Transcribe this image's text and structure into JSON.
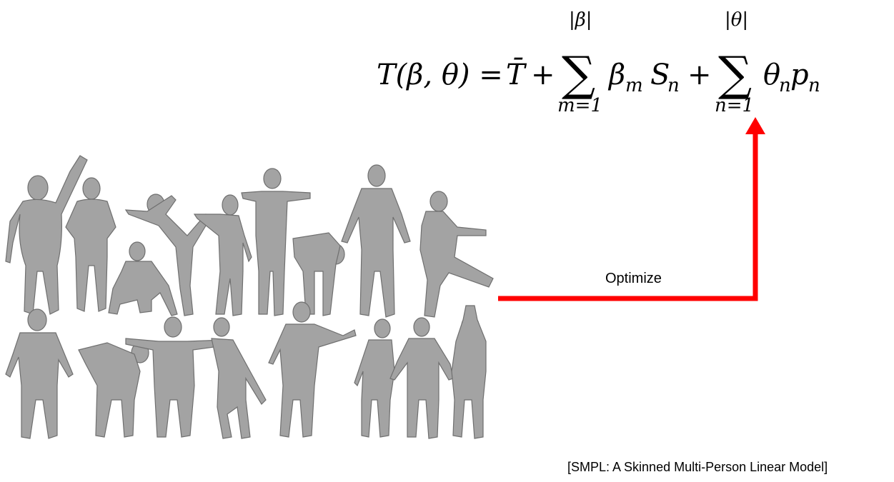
{
  "formula": {
    "lhs": "T(β, θ) = ",
    "template": "T̄",
    "plus_1": "+",
    "sum1_upper": "|β|",
    "sum1_lower": "m=1",
    "beta_m": "β",
    "beta_sub": "m",
    "shape_S": "S",
    "shape_sub": "n",
    "plus_2": "+",
    "sum2_upper": "|θ|",
    "sum2_lower": "n=1",
    "theta": "θ",
    "theta_sub": "n",
    "pose_p": "p",
    "pose_sub": "n",
    "highlight_color": "#ff0000"
  },
  "arrow": {
    "label": "Optimize",
    "color": "#ff0000"
  },
  "meshes": {
    "description_rows": 2,
    "color": "#a3a3a3"
  },
  "caption": "[SMPL: A Skinned Multi-Person Linear Model]"
}
